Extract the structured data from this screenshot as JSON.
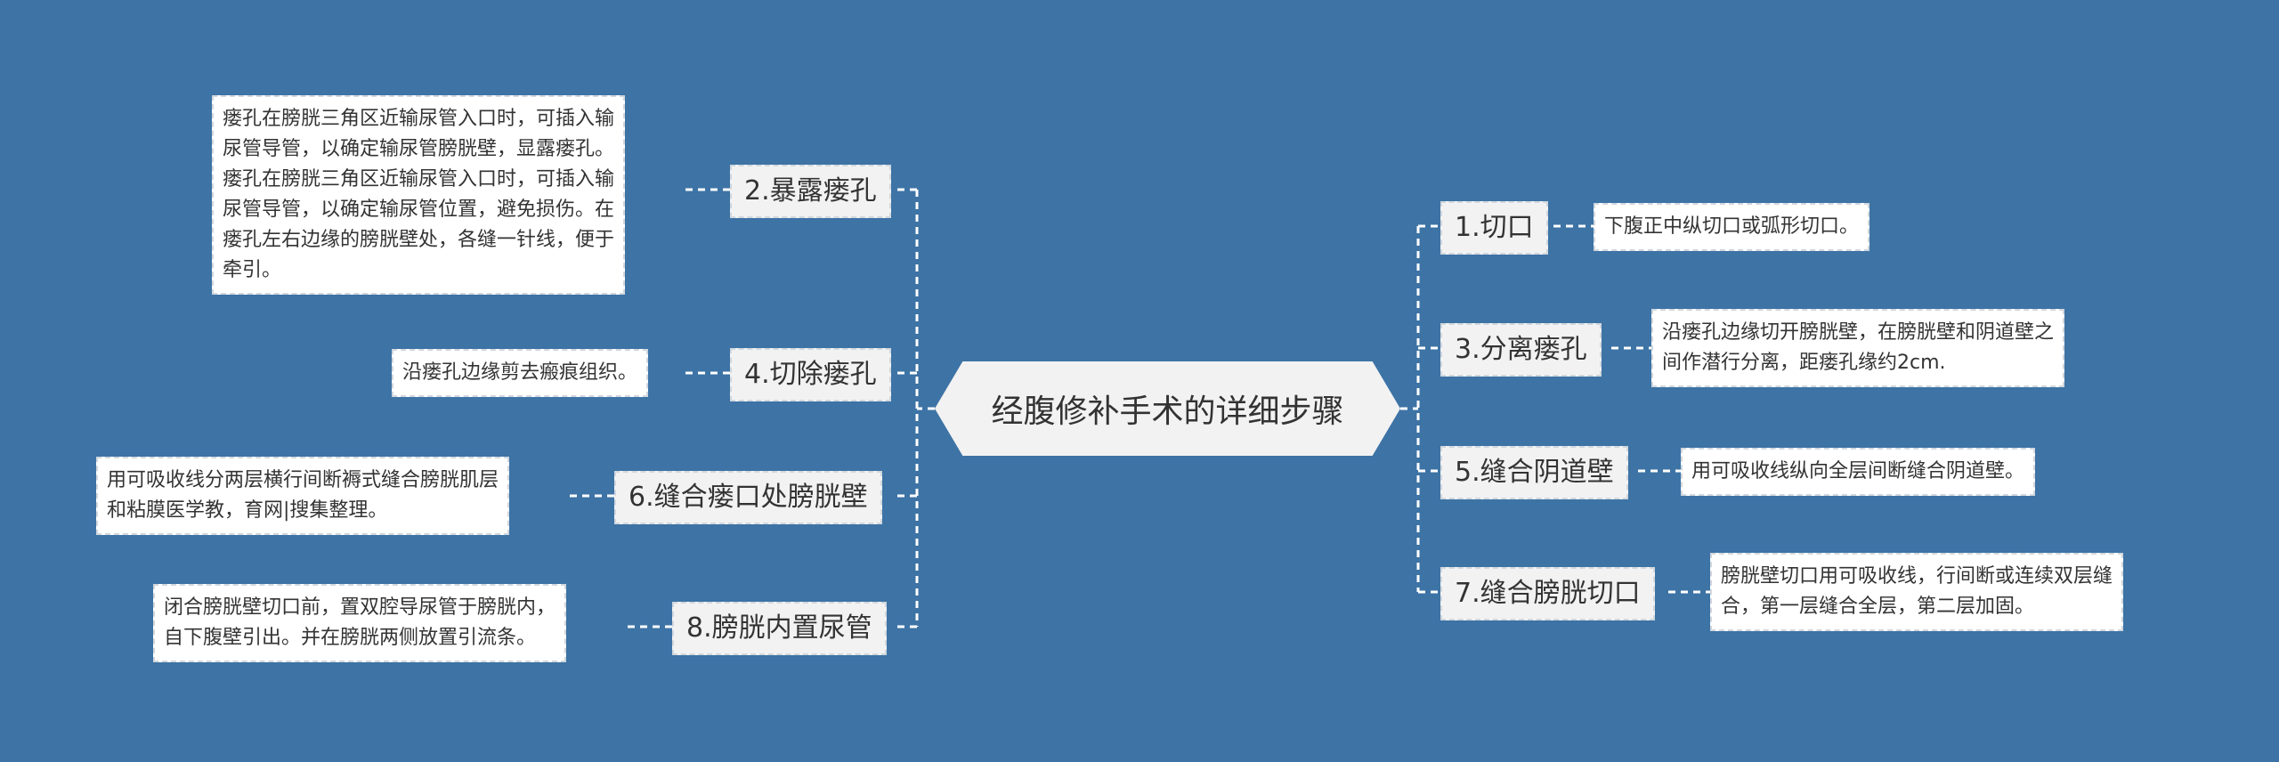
{
  "colors": {
    "background": "#3d73a5",
    "link": "#ffffff",
    "node_fill": "#f2f2f2",
    "leaf_fill": "#ffffff"
  },
  "central": {
    "label": "经腹修补手术的详细步骤"
  },
  "left_branches": [
    {
      "label": "2.暴露瘘孔",
      "detail": [
        "瘘孔在膀胱三角区近输尿管入口时，可插入输",
        "尿管导管，以确定输尿管膀胱壁，显露瘘孔。",
        "瘘孔在膀胱三角区近输尿管入口时，可插入输",
        "尿管导管，以确定输尿管位置，避免损伤。在",
        "瘘孔左右边缘的膀胱壁处，各缝一针线，便于",
        "牵引。"
      ]
    },
    {
      "label": "4.切除瘘孔",
      "detail": [
        "沿瘘孔边缘剪去瘢痕组织。"
      ]
    },
    {
      "label": "6.缝合瘘口处膀胱壁",
      "detail": [
        "用可吸收线分两层横行间断褥式缝合膀胱肌层",
        "和粘膜医学教，育网|搜集整理。"
      ]
    },
    {
      "label": "8.膀胱内置尿管",
      "detail": [
        "闭合膀胱壁切口前，置双腔导尿管于膀胱内，",
        "自下腹壁引出。并在膀胱两侧放置引流条。"
      ]
    }
  ],
  "right_branches": [
    {
      "label": "1.切口",
      "detail": [
        "下腹正中纵切口或弧形切口。"
      ]
    },
    {
      "label": "3.分离瘘孔",
      "detail": [
        "沿瘘孔边缘切开膀胱壁，在膀胱壁和阴道壁之",
        "间作潜行分离，距瘘孔缘约2cm."
      ]
    },
    {
      "label": "5.缝合阴道壁",
      "detail": [
        "用可吸收线纵向全层间断缝合阴道壁。"
      ]
    },
    {
      "label": "7.缝合膀胱切口",
      "detail": [
        "膀胱壁切口用可吸收线，行间断或连续双层缝",
        "合，第一层缝合全层，第二层加固。"
      ]
    }
  ]
}
